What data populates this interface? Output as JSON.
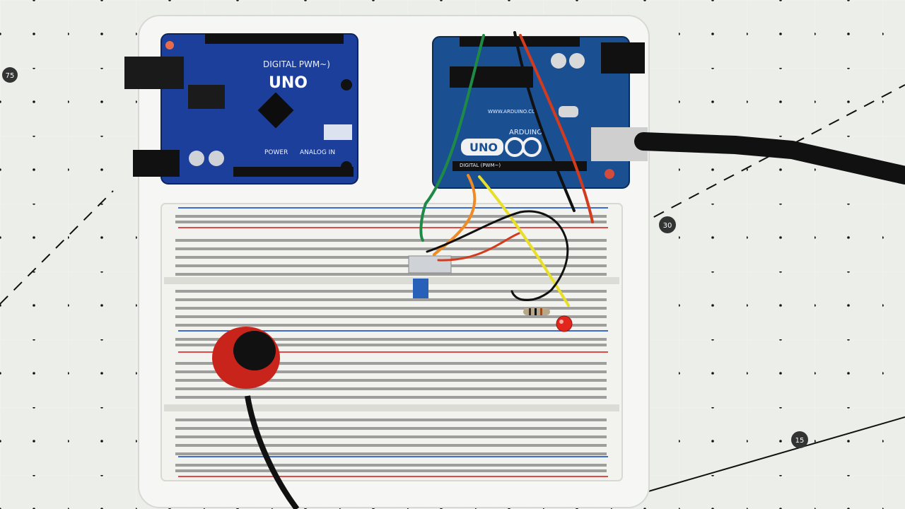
{
  "scene": {
    "cutting_mat": {
      "color": "#303130",
      "grid_color": "#d9dbd8",
      "labels": [
        "75",
        "30",
        "15"
      ]
    },
    "left_board": {
      "model_label": "UNO",
      "subtitle": "DIGITAL PWM~)",
      "power_label": "POWER",
      "analog_label": "ANALOG IN",
      "color": "#1d3f9c"
    },
    "right_board": {
      "model_label": "UNO",
      "brand_label": "ARDUINO",
      "digital_label": "DIGITAL (PWM~)",
      "url_label": "WWW.ARDUINO.CC",
      "color": "#1a4f92"
    },
    "wires": [
      {
        "name": "green",
        "color": "#1f8a45"
      },
      {
        "name": "black",
        "color": "#111111"
      },
      {
        "name": "red",
        "color": "#d33b1f"
      },
      {
        "name": "orange",
        "color": "#f08a25"
      },
      {
        "name": "yellow",
        "color": "#e7df2a"
      }
    ],
    "components": {
      "potentiometer": {
        "color": "#2660b8"
      },
      "led": {
        "color": "#e3261b"
      },
      "resistor": {
        "color": "#b8a88a"
      },
      "sensor_button": {
        "outer": "#c9241c",
        "inner": "#111111"
      }
    }
  }
}
